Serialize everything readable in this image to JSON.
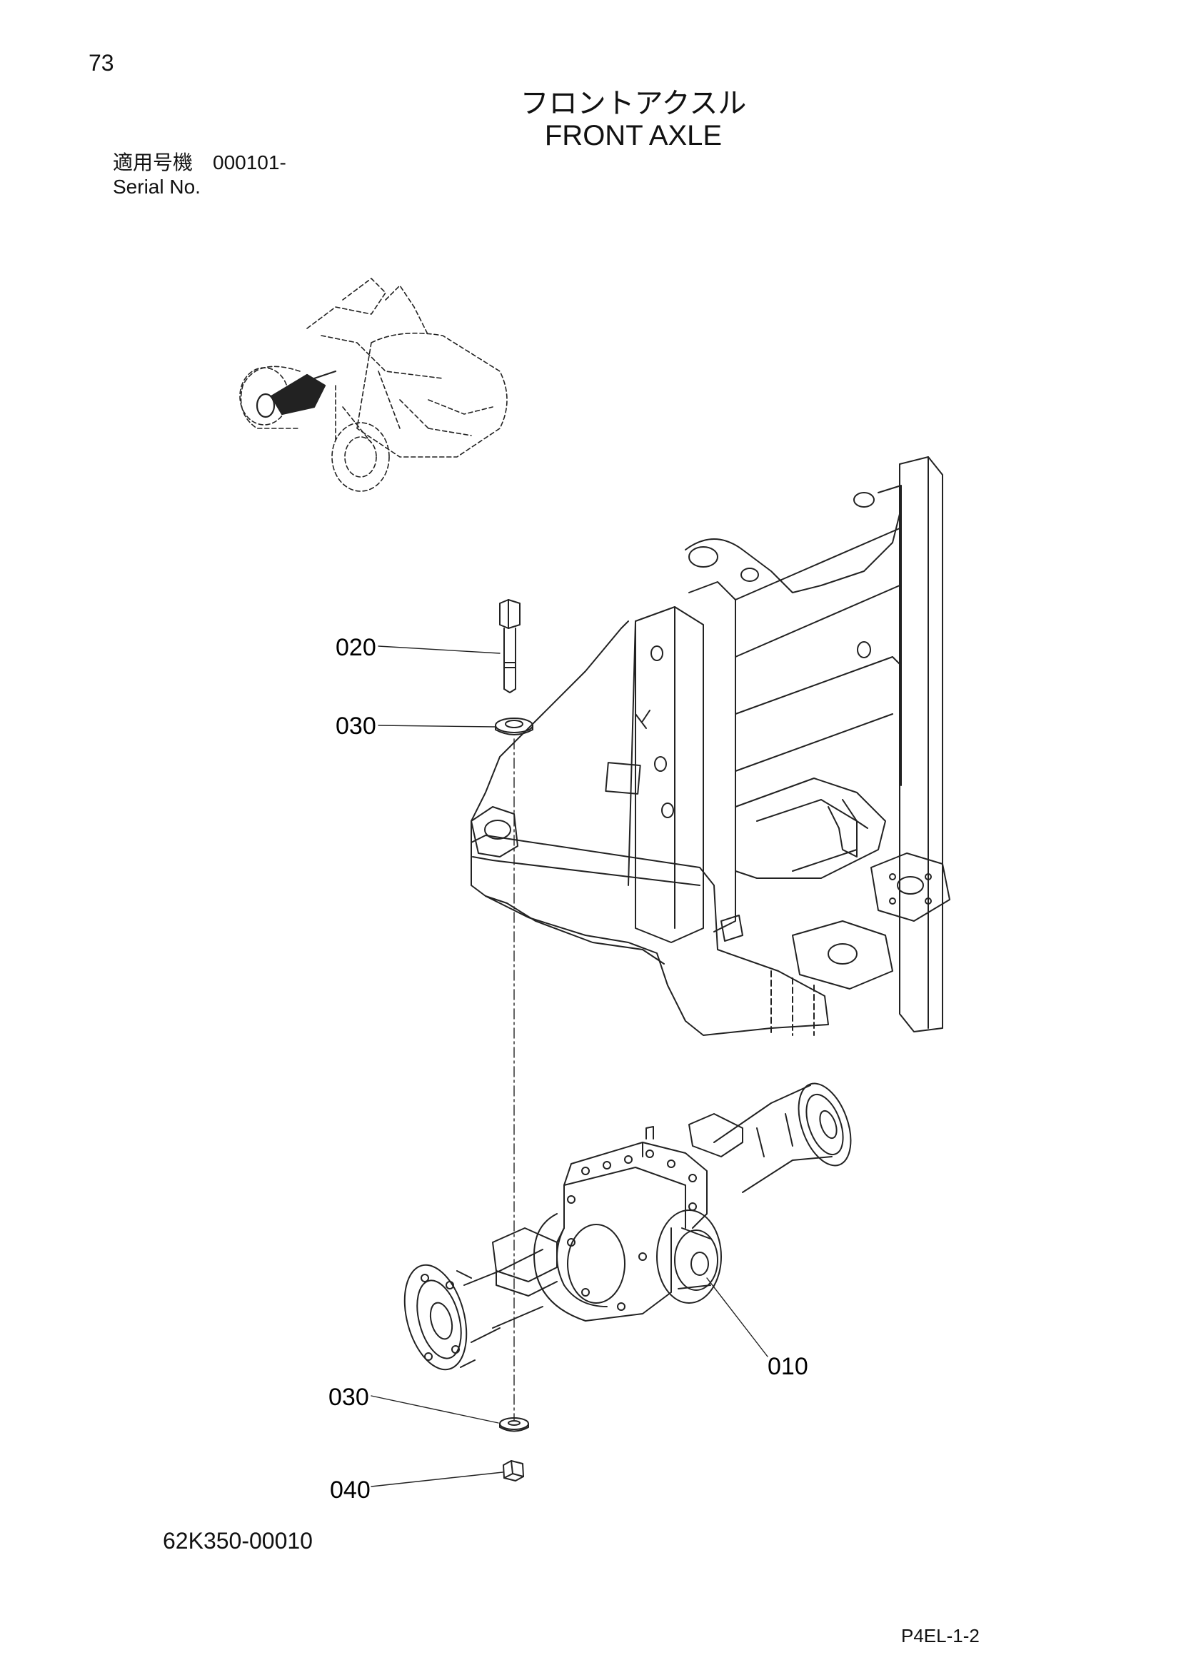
{
  "page": {
    "number": "73",
    "title_jp": "フロントアクスル",
    "title_en": "FRONT AXLE",
    "serial_label_jp": "適用号機",
    "serial_value": "000101-",
    "serial_label_en": "Serial No.",
    "drawing_code": "62K350-00010",
    "page_code": "P4EL-1-2"
  },
  "callouts": [
    {
      "label": "020"
    },
    {
      "label": "030"
    },
    {
      "label": "010"
    },
    {
      "label": "030"
    },
    {
      "label": "040"
    }
  ]
}
